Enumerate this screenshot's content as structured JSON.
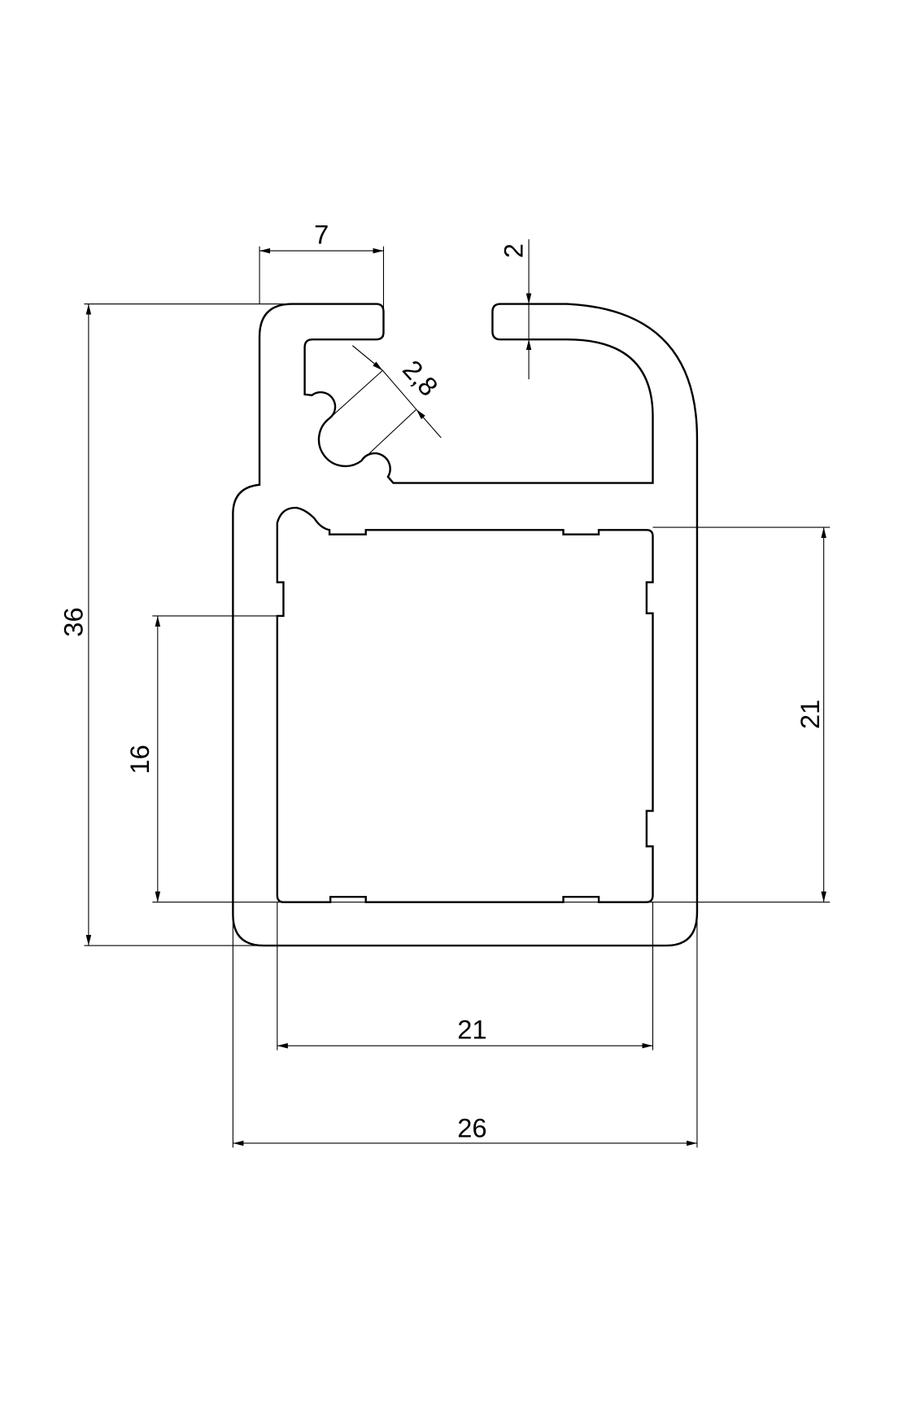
{
  "drawing": {
    "type": "aluminium profile cross-section",
    "line_color": "#000000",
    "background": "#ffffff",
    "dimensions": {
      "flange_width": "7",
      "lip_thickness": "2",
      "slot_width": "2,8",
      "overall_height": "36",
      "side_height": "16",
      "inner_height": "21",
      "inner_width": "21",
      "overall_width": "26"
    }
  }
}
